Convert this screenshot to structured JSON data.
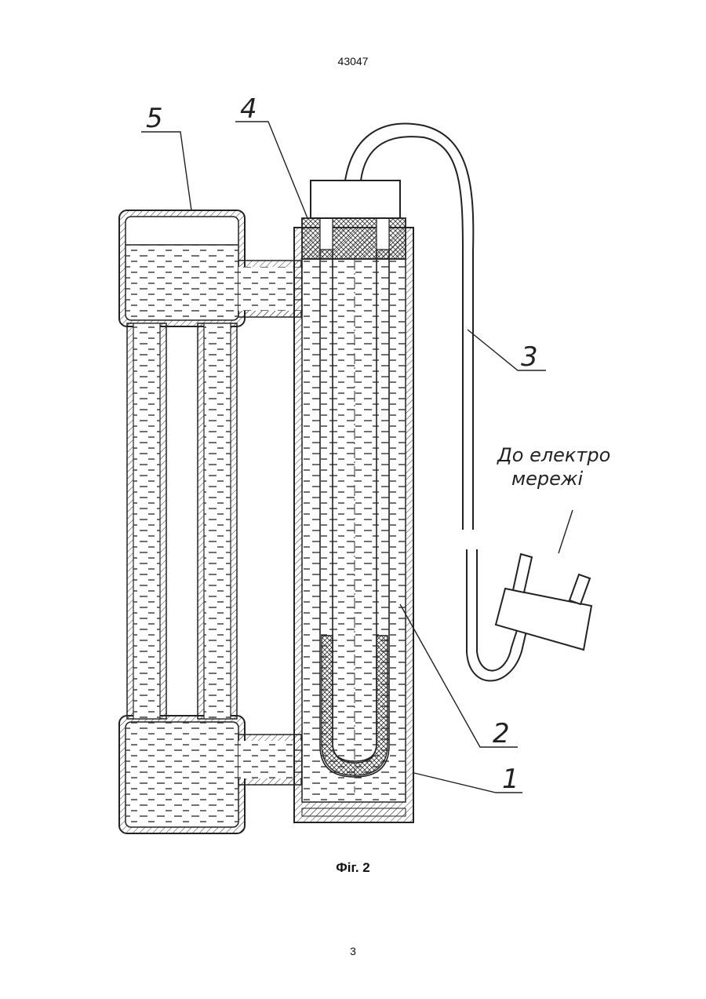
{
  "header": {
    "doc_number": "43047"
  },
  "figure": {
    "labels": {
      "part1": "1",
      "part2": "2",
      "part3": "3",
      "part4": "4",
      "part5": "5",
      "note_line1": "До електро",
      "note_line2": "мережі"
    },
    "caption": "Фіг. 2"
  },
  "footer": {
    "page_number": "3"
  }
}
